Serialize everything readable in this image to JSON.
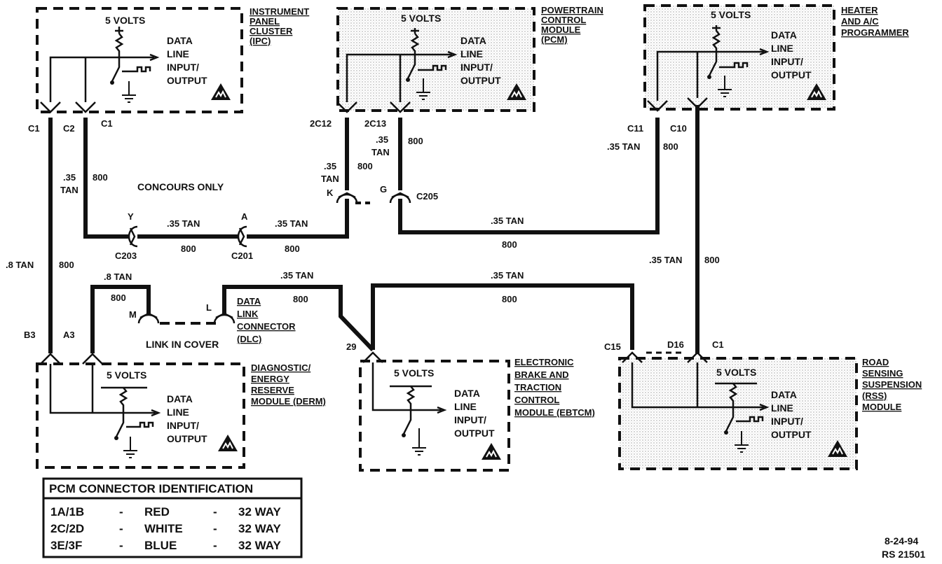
{
  "modules": {
    "ipc": {
      "title": [
        "INSTRUMENT",
        "PANEL",
        "CLUSTER",
        "(IPC)"
      ],
      "volts": "5 VOLTS",
      "io": [
        "DATA",
        "LINE",
        "INPUT/",
        "OUTPUT"
      ],
      "pins": [
        "C1",
        "C2",
        "C1"
      ]
    },
    "pcm": {
      "title": [
        "POWERTRAIN",
        "CONTROL",
        "MODULE",
        "(PCM)"
      ],
      "volts": "5 VOLTS",
      "io": [
        "DATA",
        "LINE",
        "INPUT/",
        "OUTPUT"
      ],
      "pins": [
        "2C12",
        "2C13"
      ]
    },
    "hvac": {
      "title": [
        "HEATER",
        "AND A/C",
        "PROGRAMMER"
      ],
      "volts": "5 VOLTS",
      "io": [
        "DATA",
        "LINE",
        "INPUT/",
        "OUTPUT"
      ],
      "pins": [
        "C11",
        "C10"
      ]
    },
    "derm": {
      "title": [
        "DIAGNOSTIC/",
        "ENERGY",
        "RESERVE",
        "MODULE (DERM)"
      ],
      "volts": "5 VOLTS",
      "io": [
        "DATA",
        "LINE",
        "INPUT/",
        "OUTPUT"
      ],
      "pins": [
        "B3",
        "A3"
      ]
    },
    "ebtcm": {
      "title": [
        "ELECTRONIC",
        "BRAKE AND",
        "TRACTION",
        "CONTROL",
        "MODULE (EBTCM)"
      ],
      "volts": "5 VOLTS",
      "io": [
        "DATA",
        "LINE",
        "INPUT/",
        "OUTPUT"
      ],
      "pins": [
        "29"
      ]
    },
    "rss": {
      "title": [
        "ROAD",
        "SENSING",
        "SUSPENSION",
        "(RSS)",
        "MODULE"
      ],
      "volts": "5 VOLTS",
      "io": [
        "DATA",
        "LINE",
        "INPUT/",
        "OUTPUT"
      ],
      "pins": [
        "C15",
        "D16",
        "C1"
      ]
    }
  },
  "wires": {
    "w35tan": ".35 TAN",
    "w35": ".35",
    "tan": "TAN",
    "w8tan": ".8 TAN",
    "w8": ".8",
    "circuit": "800"
  },
  "connectors": {
    "c203": "C203",
    "c201": "C201",
    "c205": "C205",
    "y": "Y",
    "a": "A",
    "k": "K",
    "g": "G",
    "m": "M",
    "l": "L"
  },
  "notes": {
    "concours": "CONCOURS ONLY",
    "link_in_cover": "LINK IN COVER",
    "dlc": [
      "DATA",
      "LINK",
      "CONNECTOR",
      "(DLC)"
    ]
  },
  "legend": {
    "title": "PCM CONNECTOR IDENTIFICATION",
    "dash": "-",
    "rows": [
      {
        "id": "1A/1B",
        "color": "RED",
        "ways": "32 WAY"
      },
      {
        "id": "2C/2D",
        "color": "WHITE",
        "ways": "32 WAY"
      },
      {
        "id": "3E/3F",
        "color": "BLUE",
        "ways": "32 WAY"
      }
    ]
  },
  "footer": {
    "date": "8-24-94",
    "ref": "RS 21501"
  }
}
